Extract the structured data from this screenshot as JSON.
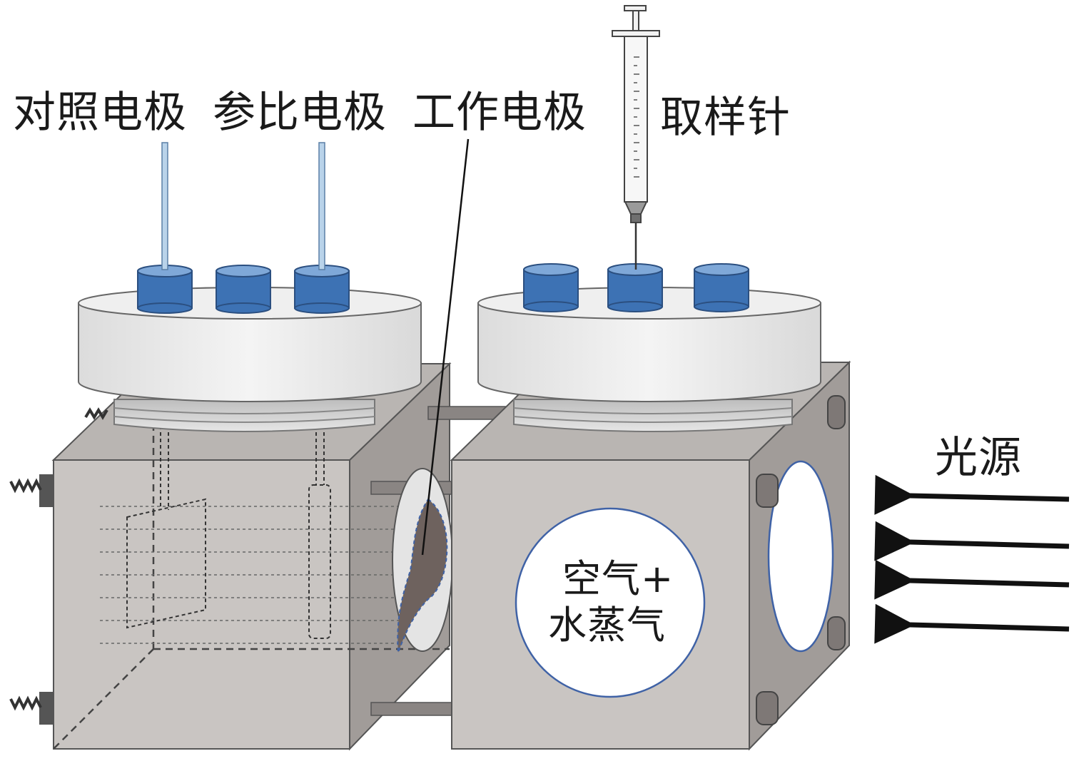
{
  "labels": {
    "counter_electrode": "对照电极",
    "reference_electrode": "参比电极",
    "working_electrode": "工作电极",
    "sampling_needle": "取样针",
    "light_source": "光源",
    "window_line1": "空气+",
    "window_line2": "水蒸气"
  },
  "colors": {
    "cell_body": "#c8c4c1",
    "cell_shade": "#9d9895",
    "cap": "#e9e9e9",
    "port": "#3d72b4",
    "port_top": "#7fa8d8",
    "window_fill": "#ffffff",
    "window_edge": "#3f62a6",
    "electrode_film": "#6e625e",
    "line": "#333333"
  },
  "icons": [
    "syringe-icon",
    "light-arrow-icon",
    "spring-terminal-icon",
    "bolt-icon"
  ]
}
